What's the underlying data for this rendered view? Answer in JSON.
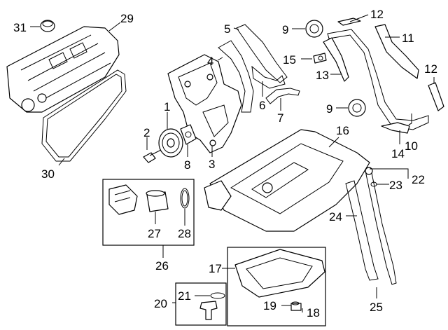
{
  "diagram": {
    "callouts": {
      "c1": "1",
      "c2": "2",
      "c3": "3",
      "c4": "4",
      "c5": "5",
      "c6": "6",
      "c7": "7",
      "c8": "8",
      "c9a": "9",
      "c9b": "9",
      "c10": "10",
      "c11": "11",
      "c12a": "12",
      "c12b": "12",
      "c13": "13",
      "c14": "14",
      "c15": "15",
      "c16": "16",
      "c17": "17",
      "c18": "18",
      "c19": "19",
      "c20": "20",
      "c21": "21",
      "c22": "22",
      "c23": "23",
      "c24": "24",
      "c25": "25",
      "c26": "26",
      "c27": "27",
      "c28": "28",
      "c29": "29",
      "c30": "30",
      "c31": "31"
    }
  }
}
